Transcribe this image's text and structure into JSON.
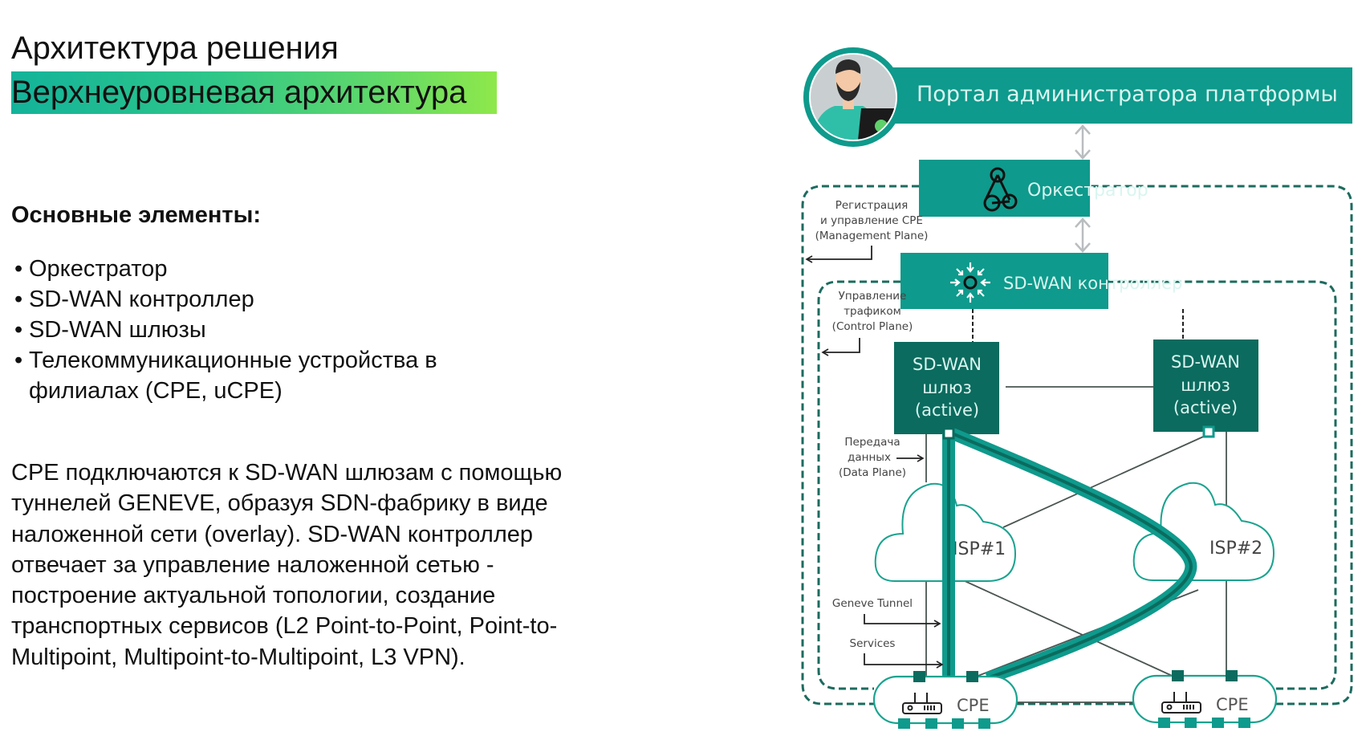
{
  "slide": {
    "title": "Архитектура решения",
    "subtitle": "Верхнеуровневая архитектура",
    "section_heading": "Основные элементы:",
    "bullets": [
      "Оркестратор",
      "SD-WAN контроллер",
      "SD-WAN шлюзы",
      "Телекоммуникационные устройства в филиалах (CPE, uCPE)"
    ],
    "bullet_glyph": "•",
    "description": "CPE подключаются к SD-WAN шлюзам с помощью туннелей GENEVE, образуя SDN-фабрику в виде наложенной сети (overlay). SD-WAN контроллер отвечает за управление наложенной сетью - построение актуальной топологии, создание транспортных сервисов (L2 Point-to-Point, Point-to-Multipoint, Multipoint-to-Multipoint, L3 VPN)."
  },
  "diagram": {
    "portal": {
      "label": "Портал администратора платформы",
      "avatar_icon": "administrator-avatar-icon"
    },
    "orchestrator": {
      "label": "Оркестратор",
      "icon": "webhook-triangle-icon"
    },
    "controller": {
      "label": "SD-WAN контроллер",
      "icon": "converging-arrows-icon"
    },
    "gateways": [
      {
        "line1": "SD-WAN",
        "line2": "шлюз",
        "line3": "(active)"
      },
      {
        "line1": "SD-WAN",
        "line2": "шлюз",
        "line3": "(active)"
      }
    ],
    "isps": [
      "ISP#1",
      "ISP#2"
    ],
    "cpes": [
      {
        "label": "CPE",
        "icon": "router-icon"
      },
      {
        "label": "CPE",
        "icon": "router-icon"
      }
    ],
    "notes": {
      "management": [
        "Регистрация",
        "и управление CPE",
        "(Management Plane)"
      ],
      "control": [
        "Управление",
        "трафиком",
        "(Control Plane)"
      ],
      "data": [
        "Передача",
        "данных",
        "(Data Plane)"
      ],
      "geneve": "Geneve Tunnel",
      "services": "Services"
    },
    "colors": {
      "teal": "#0e9a8c",
      "dark_teal": "#0b6b5e",
      "dashed": "#1c6b5e",
      "cloud_stroke": "#1aa38f",
      "arrow_gray": "#b9bdbf",
      "line_gray": "#4a5552"
    }
  }
}
